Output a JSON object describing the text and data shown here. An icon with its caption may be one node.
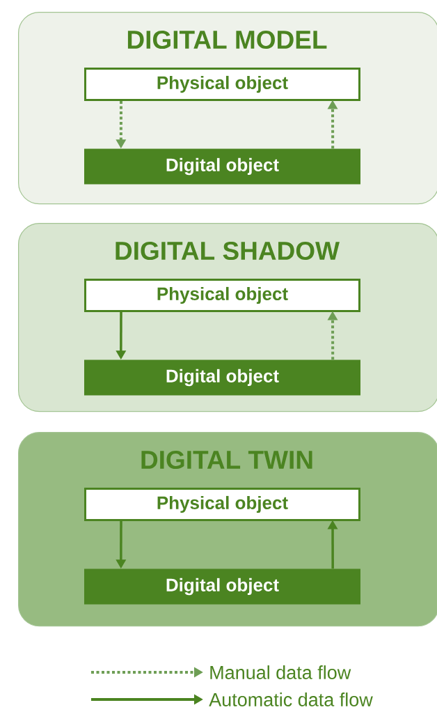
{
  "diagram": {
    "nodes": [
      {
        "text": [
          "DIGITAL MODEL"
        ]
      },
      {
        "text": [
          "Physical object"
        ],
        "in": 0
      },
      {
        "text": [
          "Digital object"
        ],
        "in": 0
      },
      {
        "text": [
          "DIGITAL SHADOW"
        ]
      },
      {
        "text": [
          "Physical object"
        ],
        "in": 3
      },
      {
        "text": [
          "Digital object"
        ],
        "in": 3
      },
      {
        "text": [
          "DIGITAL TWIN"
        ]
      },
      {
        "text": [
          "Physical object"
        ],
        "in": 6
      },
      {
        "text": [
          "Digital object"
        ],
        "in": 6
      }
    ],
    "edges": [
      {
        "from": 1,
        "to": 2,
        "arrow": "to",
        "style": "dashed"
      },
      {
        "from": 2,
        "to": 1,
        "arrow": "to",
        "style": "dashed"
      },
      {
        "from": 4,
        "to": 5,
        "arrow": "to"
      },
      {
        "from": 5,
        "to": 4,
        "arrow": "to",
        "style": "dashed"
      },
      {
        "from": 7,
        "to": 8,
        "arrow": "to"
      },
      {
        "from": 8,
        "to": 7,
        "arrow": "to"
      }
    ],
    "legend": [
      {
        "text": "Manual data flow"
      },
      {
        "text": "Automatic data flow"
      }
    ]
  }
}
